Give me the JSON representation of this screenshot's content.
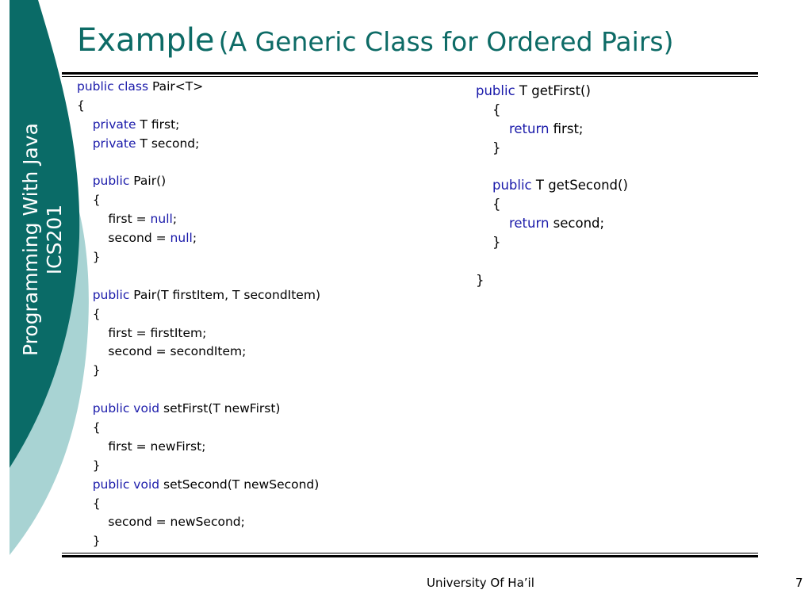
{
  "slide": {
    "title_main": "Example",
    "title_sub": "(A Generic Class for Ordered Pairs)",
    "sidebar_line1": "Programming With Java",
    "sidebar_line2": "ICS201",
    "footer": "University Of Ha’il",
    "page_number": "7",
    "colors": {
      "dark_teal": "#0a6b67",
      "light_teal": "#a8d3d3",
      "keyword_blue": "#1a1aaa"
    }
  },
  "code_left": [
    [
      [
        "kw",
        "public class"
      ],
      [
        "t",
        " Pair<T>"
      ]
    ],
    [
      [
        "t",
        "{"
      ]
    ],
    [
      [
        "t",
        "    "
      ],
      [
        "kw",
        "private"
      ],
      [
        "t",
        " T first;"
      ]
    ],
    [
      [
        "t",
        "    "
      ],
      [
        "kw",
        "private"
      ],
      [
        "t",
        " T second;"
      ]
    ],
    [
      [
        "t",
        ""
      ]
    ],
    [
      [
        "t",
        "    "
      ],
      [
        "kw",
        "public"
      ],
      [
        "t",
        " Pair()"
      ]
    ],
    [
      [
        "t",
        "    {"
      ]
    ],
    [
      [
        "t",
        "        first = "
      ],
      [
        "kw",
        "null"
      ],
      [
        "t",
        ";"
      ]
    ],
    [
      [
        "t",
        "        second = "
      ],
      [
        "kw",
        "null"
      ],
      [
        "t",
        ";"
      ]
    ],
    [
      [
        "t",
        "    }"
      ]
    ],
    [
      [
        "t",
        ""
      ]
    ],
    [
      [
        "t",
        "    "
      ],
      [
        "kw",
        "public"
      ],
      [
        "t",
        " Pair(T firstItem, T secondItem)"
      ]
    ],
    [
      [
        "t",
        "    {"
      ]
    ],
    [
      [
        "t",
        "        first = firstItem;"
      ]
    ],
    [
      [
        "t",
        "        second = secondItem;"
      ]
    ],
    [
      [
        "t",
        "    }"
      ]
    ],
    [
      [
        "t",
        ""
      ]
    ],
    [
      [
        "t",
        "    "
      ],
      [
        "kw",
        "public void"
      ],
      [
        "t",
        " setFirst(T newFirst)"
      ]
    ],
    [
      [
        "t",
        "    {"
      ]
    ],
    [
      [
        "t",
        "        first = newFirst;"
      ]
    ],
    [
      [
        "t",
        "    }"
      ]
    ],
    [
      [
        "t",
        "    "
      ],
      [
        "kw",
        "public void"
      ],
      [
        "t",
        " setSecond(T newSecond)"
      ]
    ],
    [
      [
        "t",
        "    {"
      ]
    ],
    [
      [
        "t",
        "        second = newSecond;"
      ]
    ],
    [
      [
        "t",
        "    }"
      ]
    ]
  ],
  "code_right": [
    [
      [
        "kw",
        "public"
      ],
      [
        "t",
        " T getFirst()"
      ]
    ],
    [
      [
        "t",
        "    {"
      ]
    ],
    [
      [
        "t",
        "        "
      ],
      [
        "kw",
        "return"
      ],
      [
        "t",
        " first;"
      ]
    ],
    [
      [
        "t",
        "    }"
      ]
    ],
    [
      [
        "t",
        ""
      ]
    ],
    [
      [
        "t",
        "    "
      ],
      [
        "kw",
        "public"
      ],
      [
        "t",
        " T getSecond()"
      ]
    ],
    [
      [
        "t",
        "    {"
      ]
    ],
    [
      [
        "t",
        "        "
      ],
      [
        "kw",
        "return"
      ],
      [
        "t",
        " second;"
      ]
    ],
    [
      [
        "t",
        "    }"
      ]
    ],
    [
      [
        "t",
        ""
      ]
    ],
    [
      [
        "t",
        "}"
      ]
    ]
  ]
}
